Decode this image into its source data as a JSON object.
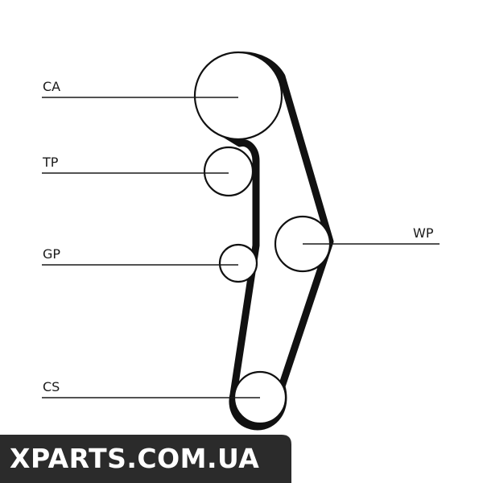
{
  "labels": {
    "ca": "CA",
    "tp": "TP",
    "gp": "GP",
    "wp": "WP",
    "cs": "CS"
  },
  "watermark": {
    "text": "XPARTS.COM.UA"
  },
  "colors": {
    "belt": "#111111",
    "watermark_band": "#2b2b2b"
  }
}
